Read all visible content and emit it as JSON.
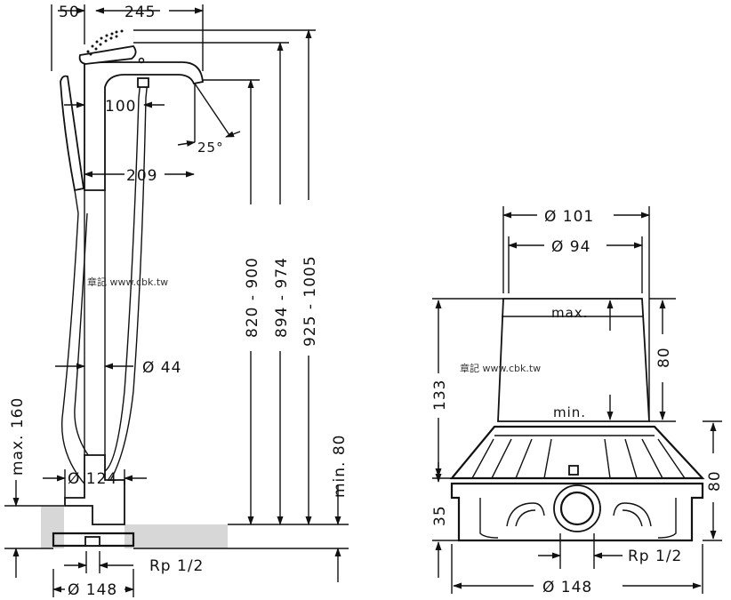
{
  "left_diagram": {
    "dims": {
      "d50": "50",
      "d245": "245",
      "d100": "100",
      "d25": "25°",
      "d209": "209",
      "d820_900": "820 - 900",
      "d894_974": "894 - 974",
      "d925_1005": "925 - 1005",
      "d44": "Ø 44",
      "max160": "max. 160",
      "min80": "min. 80",
      "d124": "Ø 124",
      "rp12": "Rp 1/2",
      "d148": "Ø 148"
    },
    "watermark": "章記 www.cbk.tw"
  },
  "right_diagram": {
    "dims": {
      "d101": "Ø 101",
      "d94": "Ø 94",
      "max": "max.",
      "min": "min.",
      "d133": "133",
      "d80a": "80",
      "d80b": "80",
      "d35": "35",
      "rp12": "Rp 1/2",
      "d148": "Ø 148"
    },
    "watermark": "章記 www.cbk.tw"
  }
}
